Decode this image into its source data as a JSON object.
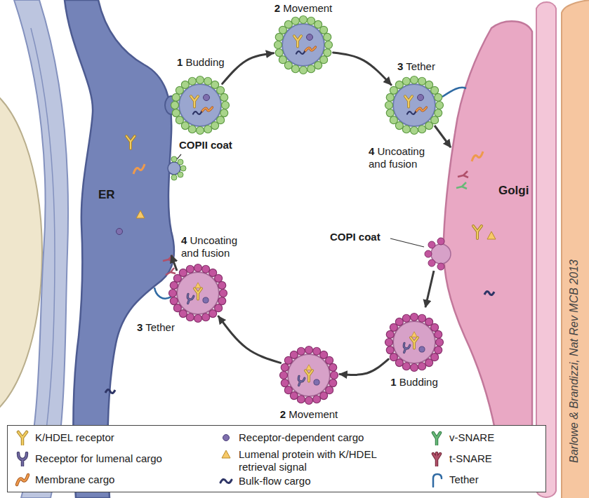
{
  "diagram": {
    "nodes": [
      {
        "text": [
          "1 Budding"
        ]
      },
      {
        "text": [
          "2 Movement"
        ]
      },
      {
        "text": [
          "3 Tether"
        ]
      },
      {
        "text": [
          "1 Budding"
        ]
      },
      {
        "text": [
          "2 Movement"
        ]
      },
      {
        "text": [
          "3 Tether"
        ]
      }
    ],
    "edges": [
      {
        "from": 0,
        "to": 1,
        "arrow": "to"
      },
      {
        "from": 1,
        "to": 2,
        "arrow": "to"
      },
      {
        "from": 3,
        "to": 4,
        "arrow": "to"
      },
      {
        "from": 4,
        "to": 5,
        "arrow": "to"
      }
    ],
    "labels": [
      "COPII coat",
      "ER",
      "4 Uncoating and fusion",
      "Golgi",
      "COPI coat",
      "4 Uncoating and fusion",
      "Barlowe & Brandizzi, Nat Rev MCB 2013"
    ],
    "legend": [
      {
        "text": "K/HDEL receptor"
      },
      {
        "text": "Receptor for lumenal cargo"
      },
      {
        "text": "Membrane cargo"
      },
      {
        "text": "Receptor-dependent cargo"
      },
      {
        "text": "Lumenal protein with K/HDEL retrieval signal"
      },
      {
        "text": "Bulk-flow cargo"
      },
      {
        "text": "v-SNARE"
      },
      {
        "text": "t-SNARE"
      },
      {
        "text": "Tether"
      }
    ]
  }
}
